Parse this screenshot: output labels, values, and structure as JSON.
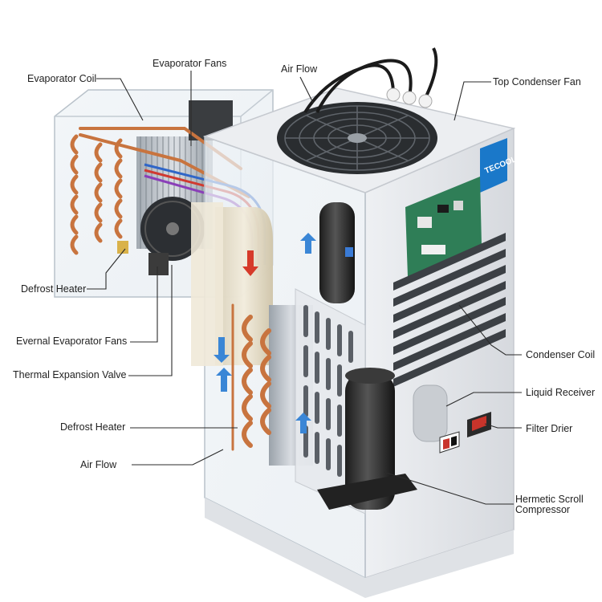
{
  "brand": {
    "logo_text": "TECOOL"
  },
  "labels": {
    "evaporator_coil": "Evaporator Coil",
    "evaporator_fans": "Evaporator Fans",
    "air_flow_top": "Air Flow",
    "top_condenser_fan": "Top Condenser Fan",
    "defrost_heater_top": "Defrost Heater",
    "evernal_evaporator_fans": "Evernal Evaporator Fans",
    "thermal_expansion_valve": "Thermal Expansion Valve",
    "defrost_heater_bottom": "Defrost Heater",
    "air_flow_bottom": "Air Flow",
    "condenser_coil": "Condenser Coil",
    "liquid_receiver": "Liquid Receiver",
    "filter_drier": "Filter Drier",
    "hermetic_scroll_compressor_line1": "Hermetic Scroll",
    "hermetic_scroll_compressor_line2": "Compressor"
  },
  "colors": {
    "label_text": "#1f1f1f",
    "leader_line": "#2b2b2b",
    "cabinet": "#e4e6ea",
    "copper": "#c8743f",
    "logo_blue": "#1a78c9",
    "airflow_red": "#d63a2a",
    "airflow_blue": "#3a86d6"
  }
}
